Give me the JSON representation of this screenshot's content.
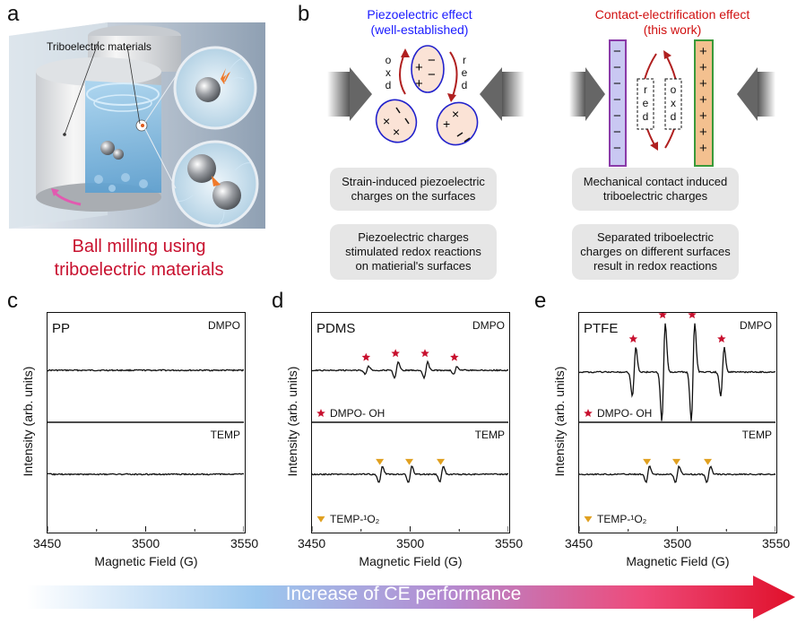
{
  "panel_letters": {
    "a": "a",
    "b": "b",
    "c": "c",
    "d": "d",
    "e": "e"
  },
  "panel_a": {
    "callout": "Triboelectric materials",
    "caption_line1": "Ball milling using",
    "caption_line2": "triboelectric materials"
  },
  "panel_b": {
    "piezo_title1": "Piezoelectric effect",
    "piezo_title2": "(well-established)",
    "contact_title1": "Contact-electrification effect",
    "contact_title2": "(this work)",
    "piezo_box1": [
      "Strain-induced piezoelectric",
      "charges on the surfaces"
    ],
    "piezo_box2": [
      "Piezoelectric charges",
      "stimulated redox reactions",
      "on matierial's surfaces"
    ],
    "contact_box1": [
      "Mechanical contact induced",
      "triboelectric charges"
    ],
    "contact_box2": [
      "Separated triboelectric",
      "charges on different surfaces",
      "result in redox reactions"
    ],
    "oxd": "oxd",
    "red": "red",
    "minus": "−",
    "plus": "+"
  },
  "epr_common": {
    "ylabel": "Intensity (arb. units)",
    "xlabel": "Magnetic Field (G)",
    "xticks": [
      "3450",
      "3500",
      "3550"
    ],
    "dmpo": "DMPO",
    "temp": "TEMP",
    "legend_oh": "DMPO- OH",
    "legend_o2": "TEMP-¹O₂"
  },
  "colors": {
    "red": "#c8102e",
    "blue": "#1a1aff",
    "orange": "#e0a020",
    "purple": "#8a3aa8",
    "green": "#3a9a3a"
  },
  "chart_data": [
    {
      "type": "line",
      "panel": "c",
      "title": "PP",
      "xlabel": "Magnetic Field (G)",
      "ylabel": "Intensity (arb. units)",
      "xlim": [
        3450,
        3550
      ],
      "series": [
        {
          "name": "DMPO",
          "peaks": []
        },
        {
          "name": "TEMP",
          "peaks": []
        }
      ]
    },
    {
      "type": "line",
      "panel": "d",
      "title": "PDMS",
      "xlabel": "Magnetic Field (G)",
      "ylabel": "Intensity (arb. units)",
      "xlim": [
        3450,
        3550
      ],
      "series": [
        {
          "name": "DMPO",
          "peaks": [
            3478,
            3493,
            3508,
            3523
          ],
          "amplitudes": [
            0.5,
            1.0,
            1.0,
            0.5
          ]
        },
        {
          "name": "TEMP",
          "peaks": [
            3485,
            3500,
            3516
          ],
          "amplitudes": [
            1.0,
            1.0,
            1.0
          ]
        }
      ]
    },
    {
      "type": "line",
      "panel": "e",
      "title": "PTFE",
      "xlabel": "Magnetic Field (G)",
      "ylabel": "Intensity (arb. units)",
      "xlim": [
        3450,
        3550
      ],
      "series": [
        {
          "name": "DMPO",
          "peaks": [
            3478,
            3493,
            3508,
            3523
          ],
          "amplitudes": [
            0.5,
            1.0,
            1.0,
            0.5
          ]
        },
        {
          "name": "TEMP",
          "peaks": [
            3485,
            3500,
            3516
          ],
          "amplitudes": [
            1.0,
            1.0,
            1.0
          ]
        }
      ]
    }
  ],
  "bottom_arrow": "Increase of CE performance"
}
